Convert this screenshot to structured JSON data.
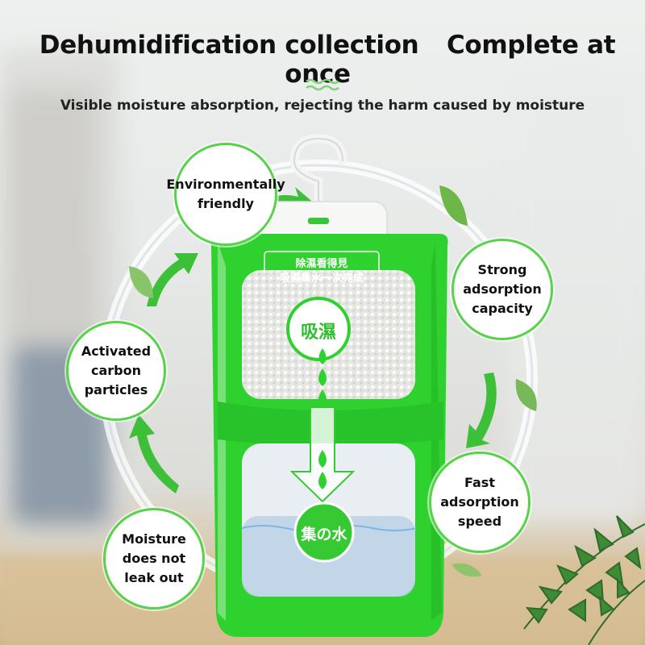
{
  "headline": {
    "left": "Dehumidification collection",
    "right": "Complete at once"
  },
  "subline": "Visible moisture absorption, rejecting the harm caused by moisture",
  "features": [
    {
      "id": "environmentally-friendly",
      "label": "Environmentally\nfriendly"
    },
    {
      "id": "strong-adsorption",
      "label": "Strong\nadsorption\ncapacity"
    },
    {
      "id": "activated-carbon",
      "label": "Activated\ncarbon\nparticles"
    },
    {
      "id": "fast-adsorption",
      "label": "Fast\nadsorption\nspeed"
    },
    {
      "id": "no-leak",
      "label": "Moisture\ndoes not\nleak out"
    }
  ],
  "package": {
    "top_banner_line1": "除濕看得見",
    "top_banner_line2": "吸濕集水一次完成",
    "upper_badge": "吸濕",
    "lower_badge": "集の水"
  },
  "colors": {
    "package_green": "#2fd12f",
    "accent_green": "#58d24a",
    "headline_text": "#111111"
  }
}
